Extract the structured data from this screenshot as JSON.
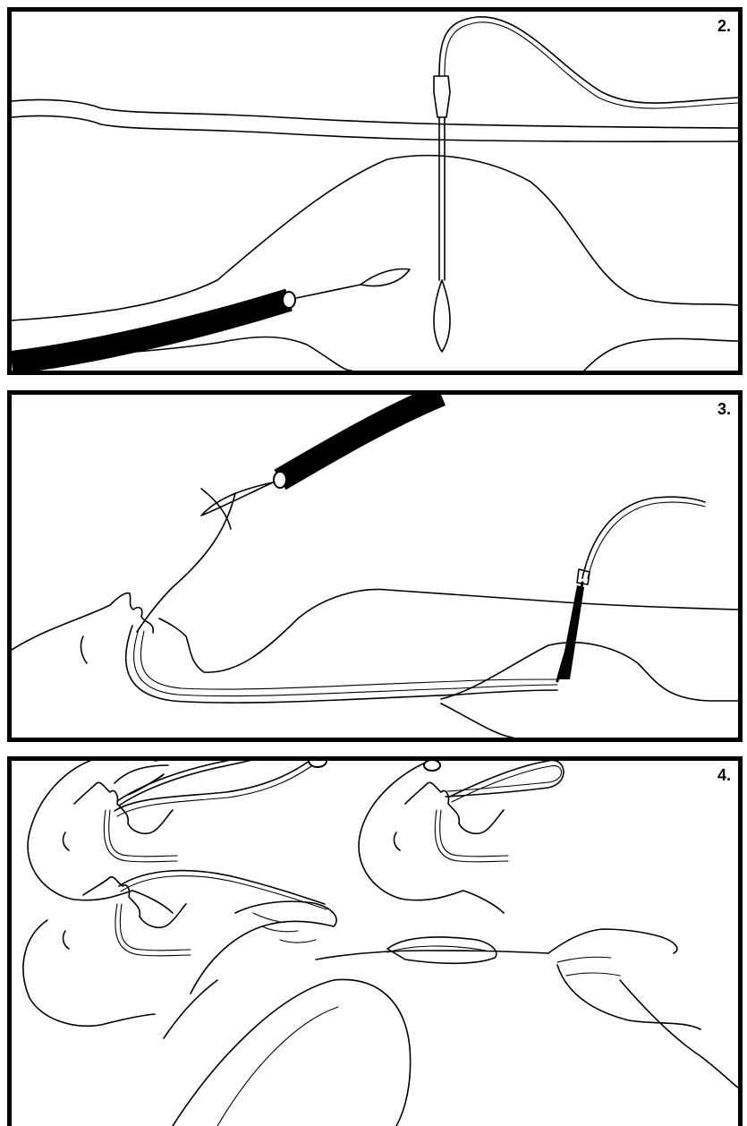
{
  "panels": [
    {
      "label": "2."
    },
    {
      "label": "3."
    },
    {
      "label": "4."
    }
  ]
}
